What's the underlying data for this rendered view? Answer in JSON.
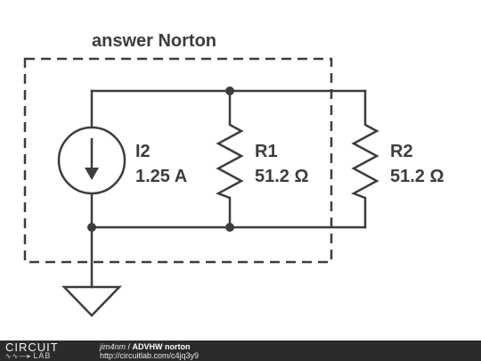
{
  "diagram": {
    "title": "answer Norton",
    "source": {
      "name": "I2",
      "value": "1.25 A"
    },
    "r1": {
      "name": "R1",
      "value": "51.2 Ω"
    },
    "r2": {
      "name": "R2",
      "value": "51.2 Ω"
    }
  },
  "footer": {
    "logo_top": "CIRCUIT",
    "logo_bottom": "LAB",
    "user": "jim4nm",
    "separator": " / ",
    "title": "ADVHW norton",
    "url": "http://circuitlab.com/c4jq3y9"
  }
}
